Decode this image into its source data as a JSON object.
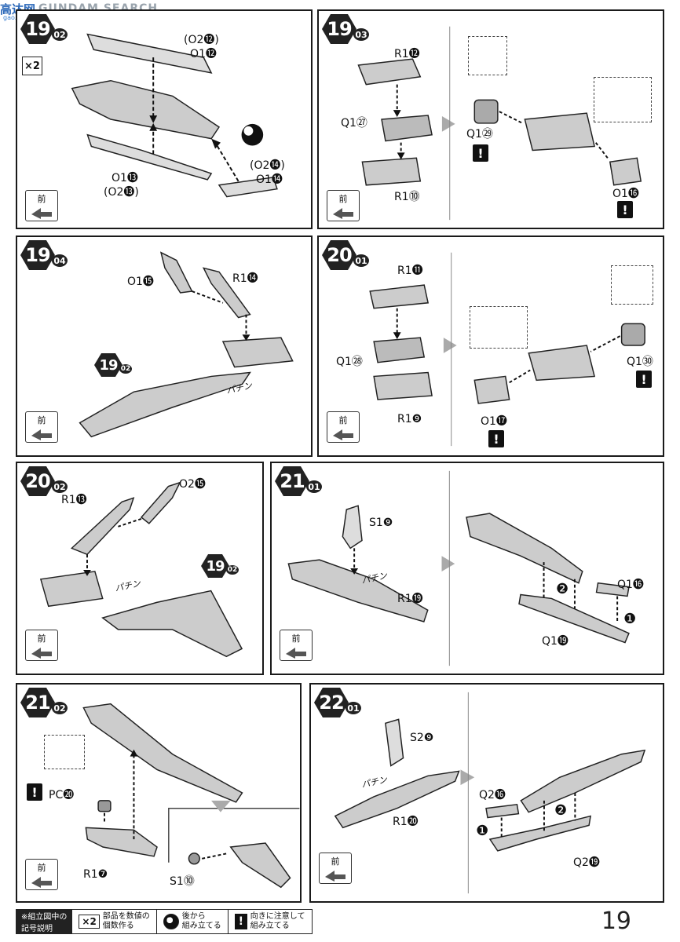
{
  "header": {
    "site_cn": "高达网",
    "site_en": "GUNDAM SEARCH",
    "site_url": "gao.shine.com"
  },
  "front_label": "前",
  "click_sound": "パチン",
  "warn_symbol": "!",
  "steps": [
    {
      "id": "s19-02",
      "main": "19",
      "sub": "02",
      "quantity": "×2",
      "labels": {
        "top": "(O2⓬)",
        "top2": "O1⓬",
        "left": "O1⓭",
        "left2": "(O2⓭)",
        "right": "(O2⓮)",
        "right2": "O1⓮"
      }
    },
    {
      "id": "s19-03",
      "main": "19",
      "sub": "03",
      "labels": {
        "a": "R1⓬",
        "b": "Q1㉗",
        "c": "R1⓾",
        "d": "Q1㉙",
        "e": "O1⓰"
      }
    },
    {
      "id": "s19-04",
      "main": "19",
      "sub": "04",
      "labels": {
        "a": "O1⓯",
        "b": "R1⓮",
        "ref": "19",
        "ref_sub": "02"
      }
    },
    {
      "id": "s20-01",
      "main": "20",
      "sub": "01",
      "labels": {
        "a": "R1⓫",
        "b": "Q1㉘",
        "c": "R1❾",
        "d": "Q1㉚",
        "e": "O1⓱"
      }
    },
    {
      "id": "s20-02",
      "main": "20",
      "sub": "02",
      "labels": {
        "a": "R1⓭",
        "b": "O2⓯",
        "ref": "19",
        "ref_sub": "02"
      }
    },
    {
      "id": "s21-01",
      "main": "21",
      "sub": "01",
      "labels": {
        "a": "S1❾",
        "b": "R1⓳",
        "c": "Q1⓰",
        "d": "Q1⓳",
        "n1": "❶",
        "n2": "❷"
      }
    },
    {
      "id": "s21-02",
      "main": "21",
      "sub": "02",
      "labels": {
        "a": "PC⓴",
        "b": "R1❼",
        "c": "S1⓾"
      }
    },
    {
      "id": "s22-01",
      "main": "22",
      "sub": "01",
      "labels": {
        "a": "S2❾",
        "b": "R1⓴",
        "c": "Q2⓰",
        "d": "Q2⓳",
        "n1": "❶",
        "n2": "❷"
      }
    }
  ],
  "legend": {
    "title1": "※組立図中の",
    "title2": "記号説明",
    "x2_symbol": "×2",
    "x2_text1": "部品を数値の",
    "x2_text2": "個数作る",
    "back_text1": "後から",
    "back_text2": "組み立てる",
    "warn_text1": "向きに注意して",
    "warn_text2": "組み立てる"
  },
  "page_number": "19"
}
